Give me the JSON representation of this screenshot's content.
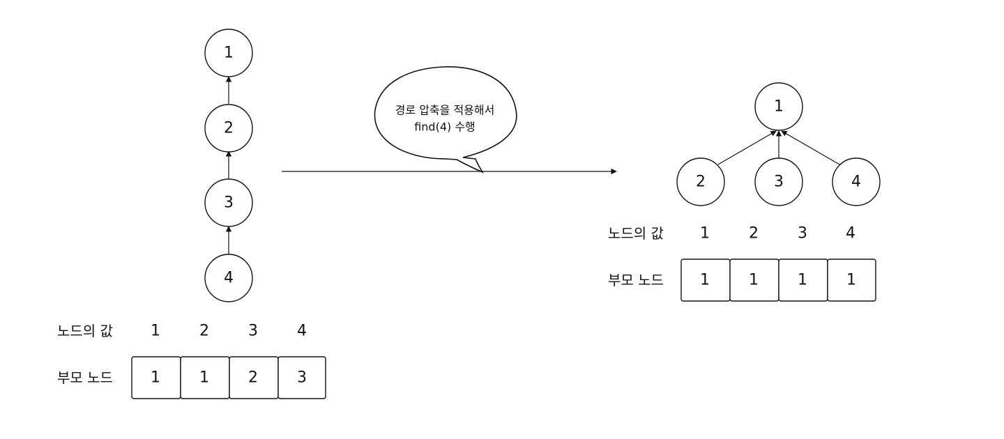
{
  "before": {
    "nodes": [
      "1",
      "2",
      "3",
      "4"
    ],
    "table": {
      "value_label": "노드의 값",
      "parent_label": "부모 노드",
      "values": [
        "1",
        "2",
        "3",
        "4"
      ],
      "parents": [
        "1",
        "1",
        "2",
        "3"
      ]
    }
  },
  "bubble": {
    "line1": "경로 압축을 적용해서",
    "line2": "find(4) 수행"
  },
  "after": {
    "root": "1",
    "children": [
      "2",
      "3",
      "4"
    ],
    "table": {
      "value_label": "노드의 값",
      "parent_label": "부모 노드",
      "values": [
        "1",
        "2",
        "3",
        "4"
      ],
      "parents": [
        "1",
        "1",
        "1",
        "1"
      ]
    }
  }
}
